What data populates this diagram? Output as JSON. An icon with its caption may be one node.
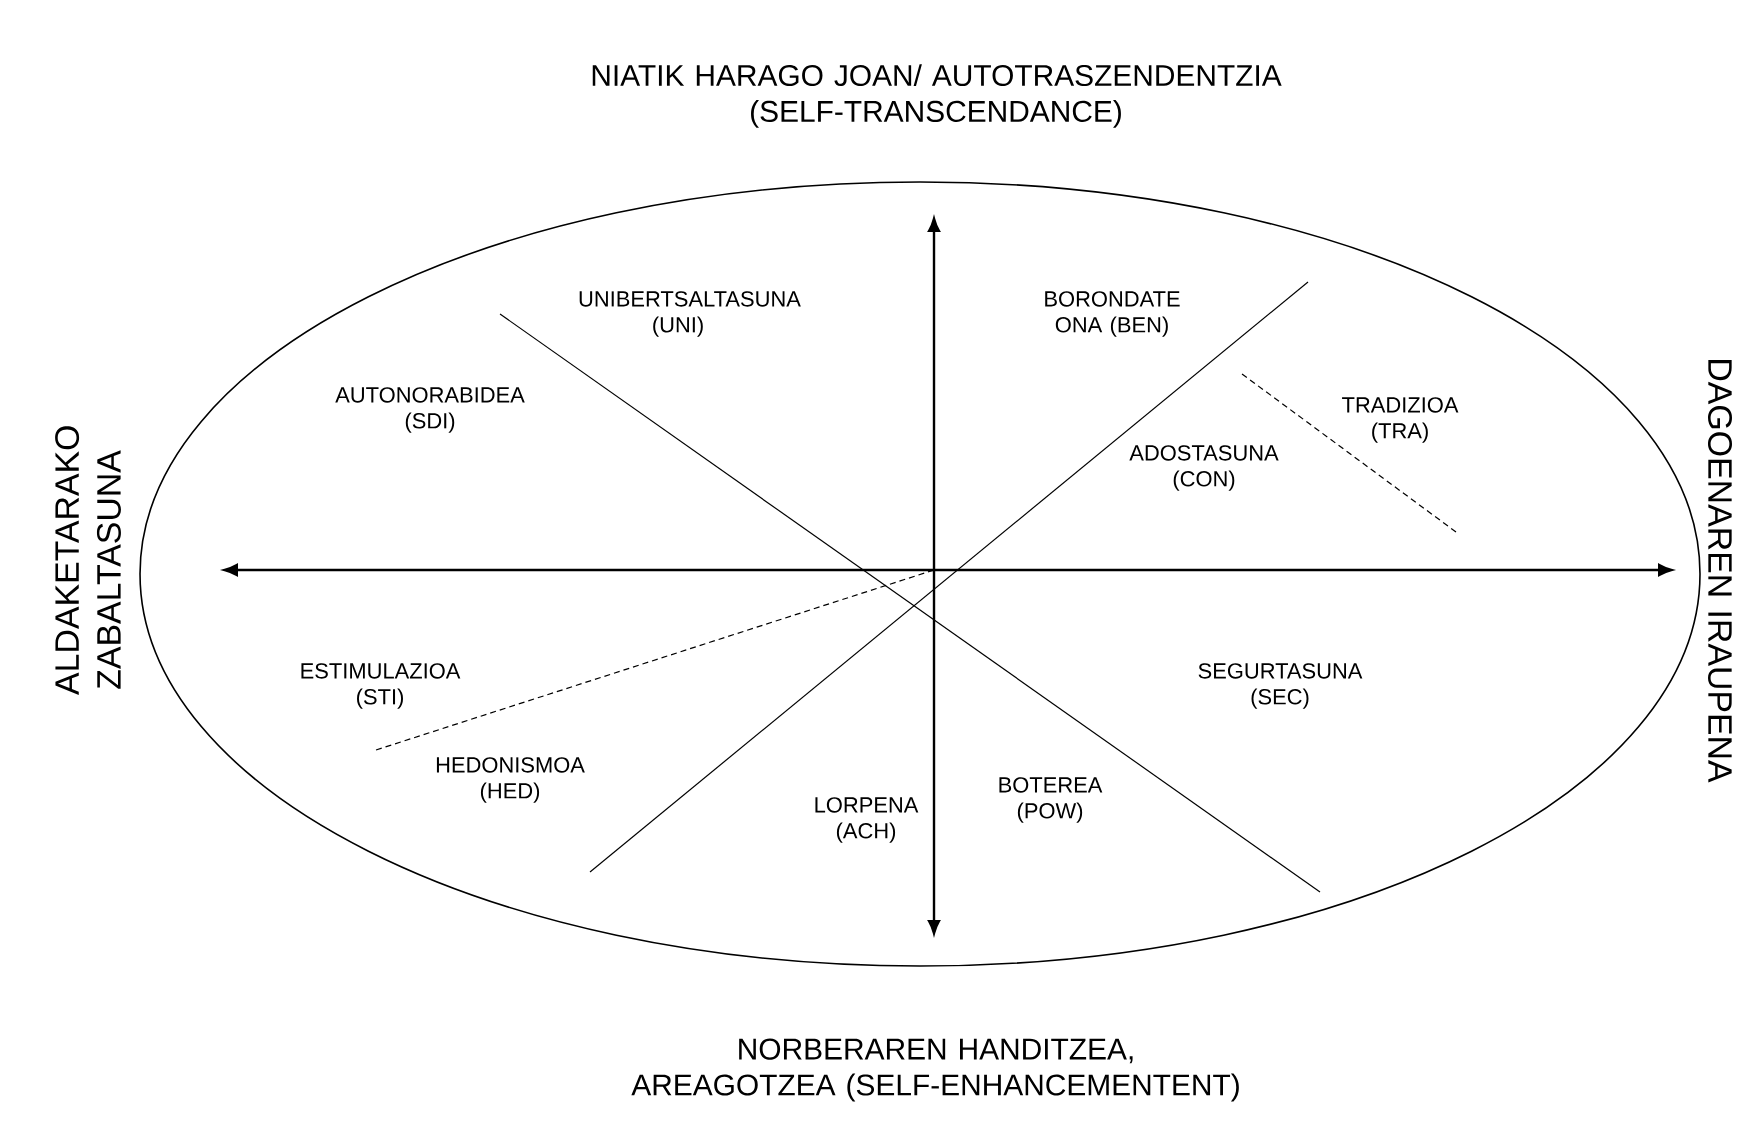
{
  "diagram": {
    "labels": [
      "NIATIK HARAGO JOAN/ AUTOTRASZENDENTZIA (SELF-TRANSCENDANCE)",
      "UNIBERTSALTASUNA (UNI)",
      "BORONDATE ONA (BEN)",
      "AUTONORABIDEA (SDI)",
      "TRADIZIOA (TRA)",
      "ADOSTASUNA (CON)",
      "ALDAKETARAKO ZABALTASUNA",
      "DAGOENAREN IRAUPENA",
      "ESTIMULAZIOA (STI)",
      "SEGURTASUNA (SEC)",
      "HEDONISMOA (HED)",
      "LORPENA (ACH)",
      "BOTEREA (POW)",
      "NORBERAREN HANDITZEA, AREAGOTZEA (SELF-ENHANCEMENTENT)"
    ]
  }
}
